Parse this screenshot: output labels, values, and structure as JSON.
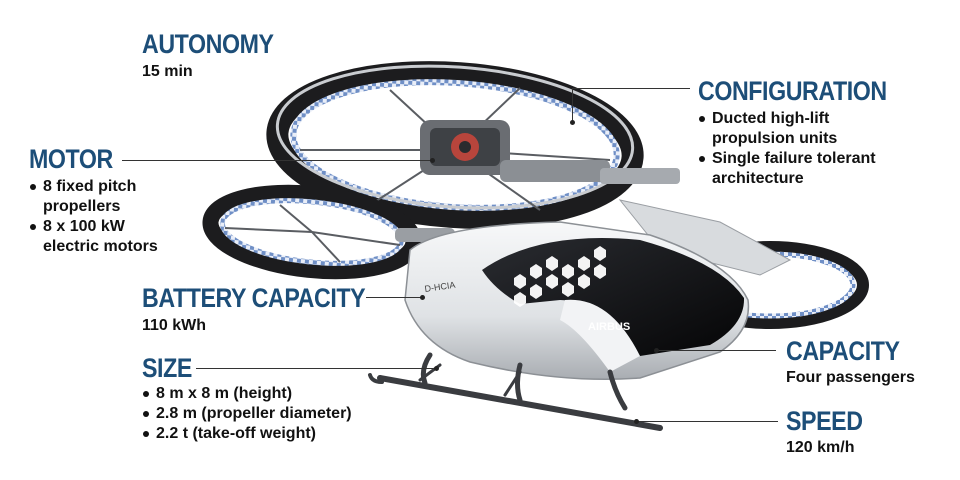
{
  "autonomy": {
    "heading": "AUTONOMY",
    "value": "15 min"
  },
  "motor": {
    "heading": "MOTOR",
    "bullets": [
      "8 fixed pitch\npropellers",
      "8 x 100 kW\nelectric motors"
    ]
  },
  "battery": {
    "heading": "BATTERY CAPACITY",
    "value": "110 kWh"
  },
  "size": {
    "heading": "SIZE",
    "bullets": [
      "8 m x 8 m (height)",
      "2.8 m (propeller diameter)",
      "2.2 t (take-off weight)"
    ]
  },
  "configuration": {
    "heading": "CONFIGURATION",
    "bullets": [
      "Ducted high-lift\npropulsion units",
      "Single failure tolerant\narchitecture"
    ]
  },
  "capacity": {
    "heading": "CAPACITY",
    "value": "Four passengers"
  },
  "speed": {
    "heading": "SPEED",
    "value": "120 km/h"
  },
  "aircraft": {
    "logo": "AIRBUS",
    "registration": "D-HCIA"
  },
  "colors": {
    "heading": "#1d4e78",
    "text": "#111111",
    "fuselage": "#e8eaec",
    "canopy": "#101114",
    "duct": "#1c1c1e",
    "duct_trim": "#6f8fc6"
  }
}
